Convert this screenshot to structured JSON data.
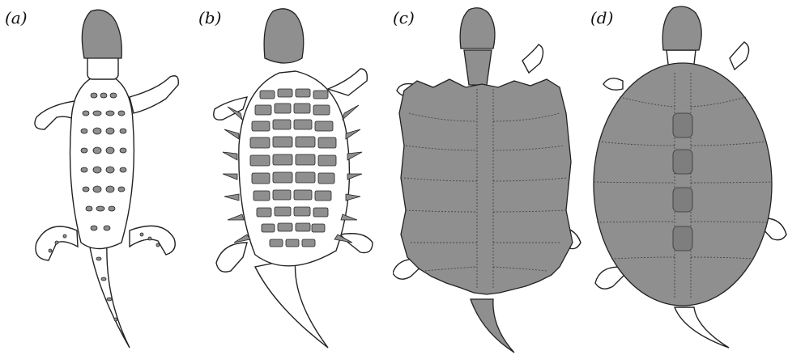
{
  "figure": {
    "panels": [
      {
        "id": "a",
        "label": "(a)"
      },
      {
        "id": "b",
        "label": "(b)"
      },
      {
        "id": "c",
        "label": "(c)"
      },
      {
        "id": "d",
        "label": "(d)"
      }
    ]
  },
  "colors": {
    "armor_fill": "#8f8f8f",
    "outline": "#222222",
    "background": "#ffffff"
  }
}
